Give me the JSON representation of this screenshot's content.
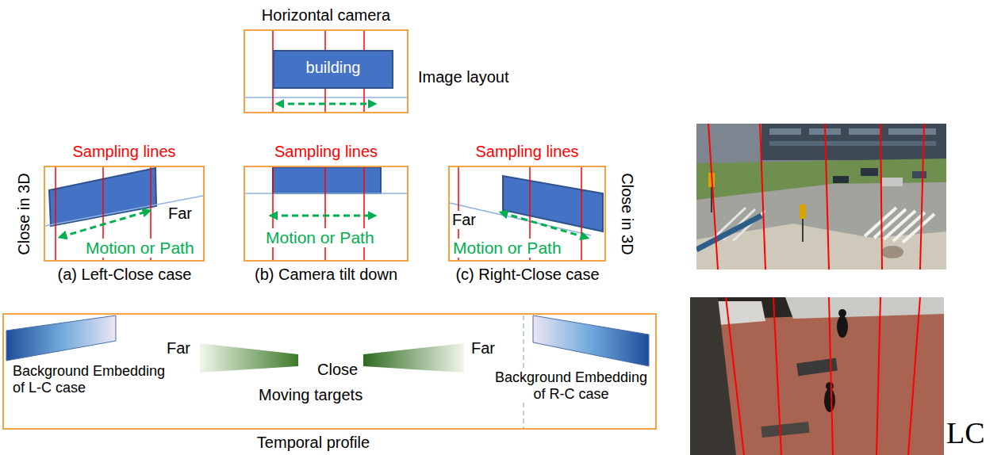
{
  "diagram": {
    "nodes": [
      {
        "text": [
          "Horizontal camera"
        ]
      },
      {
        "text": [
          "building"
        ],
        "in": 0
      },
      {
        "text": [
          "Sampling lines",
          "Far",
          "Motion or Path",
          "(a) Left-Close case"
        ]
      },
      {
        "text": [
          "Sampling lines",
          "Motion or Path",
          "(b) Camera tilt down"
        ]
      },
      {
        "text": [
          "Sampling lines",
          "Far",
          "Motion or Path",
          "(c) Right-Close case"
        ]
      },
      {
        "text": [
          "Background Embedding of L-C case",
          "Far",
          "Close",
          "Far",
          "Moving targets",
          "Background Embedding of R-C case",
          "Temporal profile"
        ]
      }
    ],
    "labels": [
      "Image layout",
      "Close in 3D",
      "Close in 3D",
      "LC"
    ]
  }
}
